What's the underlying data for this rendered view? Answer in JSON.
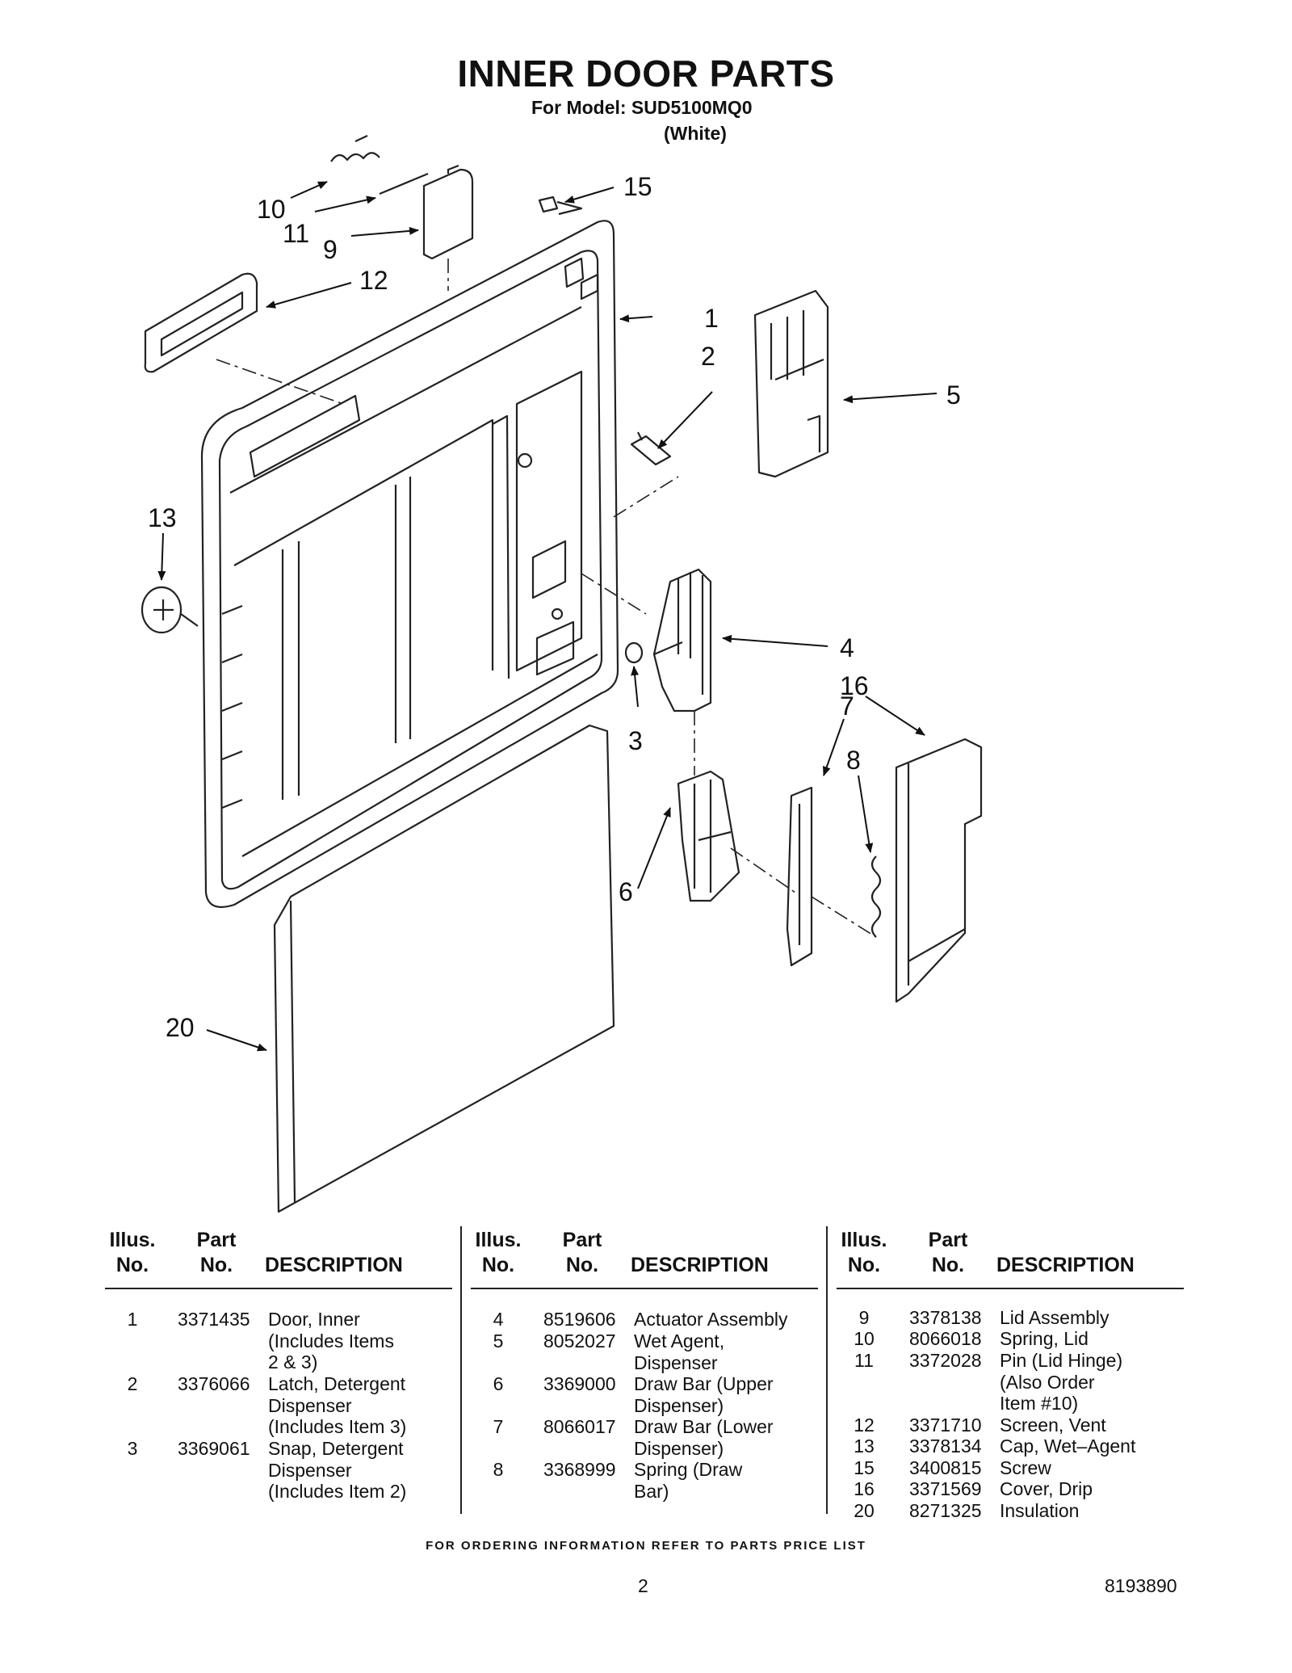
{
  "header": {
    "title": "INNER DOOR PARTS",
    "model_line": "For Model: SUD5100MQ0",
    "color_line": "(White)"
  },
  "diagram": {
    "callouts": [
      "1",
      "2",
      "3",
      "4",
      "5",
      "6",
      "7",
      "8",
      "9",
      "10",
      "11",
      "12",
      "13",
      "15",
      "16",
      "20"
    ]
  },
  "table": {
    "headers": {
      "illus": "Illus.",
      "no": "No.",
      "part": "Part",
      "description": "DESCRIPTION"
    },
    "columns": [
      [
        {
          "illus": "1",
          "part": "3371435",
          "desc": "Door, Inner\n(Includes Items\n2 & 3)"
        },
        {
          "illus": "2",
          "part": "3376066",
          "desc": "Latch, Detergent\nDispenser\n(Includes Item 3)"
        },
        {
          "illus": "3",
          "part": "3369061",
          "desc": "Snap, Detergent\nDispenser\n(Includes Item 2)"
        }
      ],
      [
        {
          "illus": "4",
          "part": "8519606",
          "desc": "Actuator Assembly"
        },
        {
          "illus": "5",
          "part": "8052027",
          "desc": "Wet Agent,\nDispenser"
        },
        {
          "illus": "6",
          "part": "3369000",
          "desc": "Draw Bar (Upper\nDispenser)"
        },
        {
          "illus": "7",
          "part": "8066017",
          "desc": "Draw Bar (Lower\nDispenser)"
        },
        {
          "illus": "8",
          "part": "3368999",
          "desc": "Spring (Draw\nBar)"
        }
      ],
      [
        {
          "illus": "9",
          "part": "3378138",
          "desc": "Lid Assembly"
        },
        {
          "illus": "10",
          "part": "8066018",
          "desc": "Spring, Lid"
        },
        {
          "illus": "11",
          "part": "3372028",
          "desc": "Pin (Lid Hinge)\n(Also Order\nItem #10)"
        },
        {
          "illus": "12",
          "part": "3371710",
          "desc": "Screen, Vent"
        },
        {
          "illus": "13",
          "part": "3378134",
          "desc": "Cap, Wet–Agent"
        },
        {
          "illus": "15",
          "part": "3400815",
          "desc": "Screw"
        },
        {
          "illus": "16",
          "part": "3371569",
          "desc": "Cover, Drip"
        },
        {
          "illus": "20",
          "part": "8271325",
          "desc": "Insulation"
        }
      ]
    ]
  },
  "footer": {
    "ordering_note": "FOR ORDERING INFORMATION REFER TO PARTS PRICE LIST",
    "page_number": "2",
    "document_number": "8193890"
  }
}
